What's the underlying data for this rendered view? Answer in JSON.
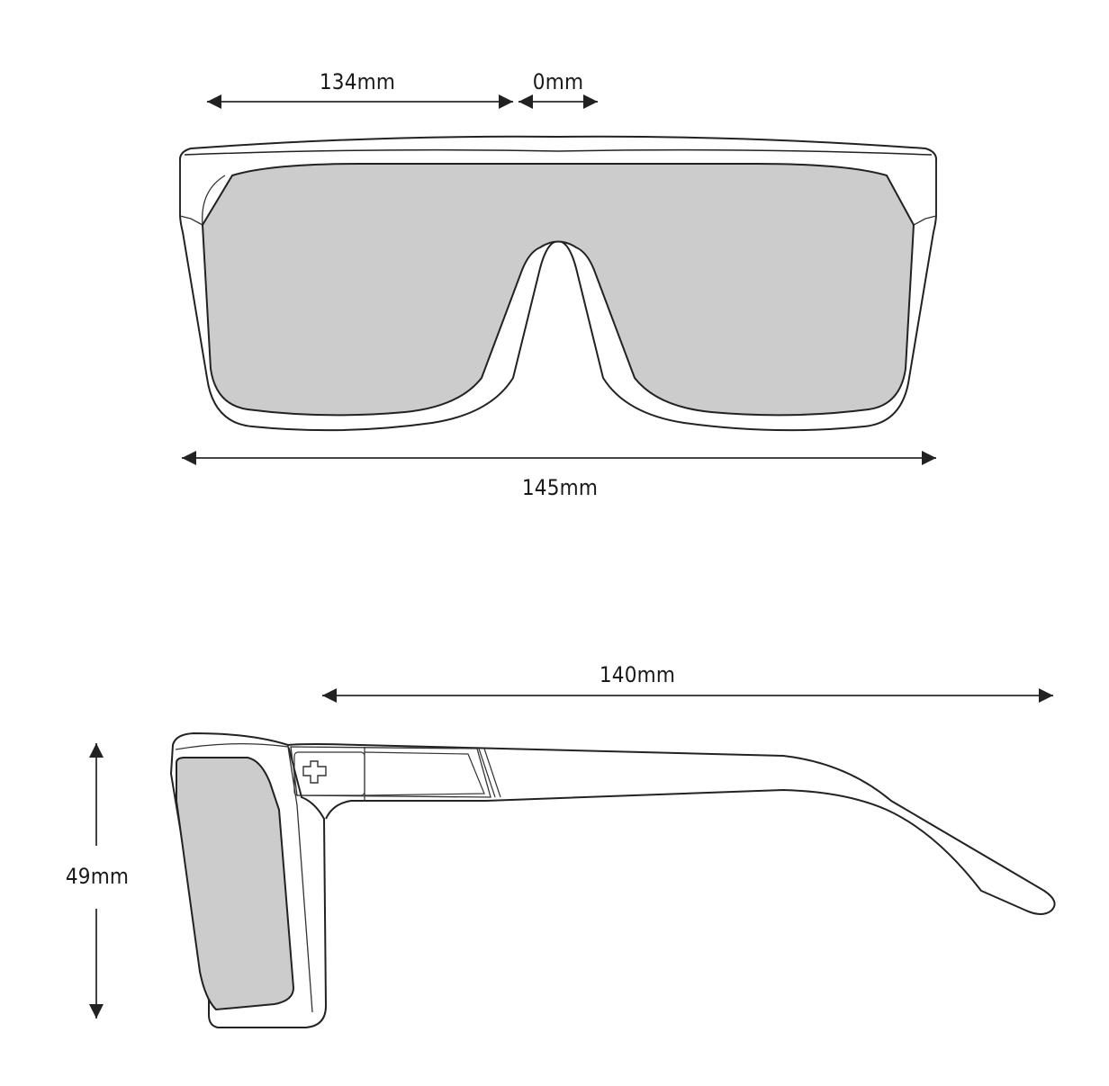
{
  "diagram": {
    "type": "product-dimensions",
    "subject": "sunglasses",
    "colors": {
      "outline": "#222222",
      "lens": "#cccccc",
      "background": "#ffffff",
      "dimension_line": "#444444"
    },
    "front_view": {
      "lens_width": {
        "label": "134mm",
        "value": 134,
        "unit": "mm"
      },
      "bridge_width": {
        "label": "0mm",
        "value": 0,
        "unit": "mm"
      },
      "frame_width": {
        "label": "145mm",
        "value": 145,
        "unit": "mm"
      }
    },
    "side_view": {
      "temple_length": {
        "label": "140mm",
        "value": 140,
        "unit": "mm"
      },
      "lens_height": {
        "label": "49mm",
        "value": 49,
        "unit": "mm"
      },
      "logo_icon": "cross-logo-icon"
    }
  }
}
